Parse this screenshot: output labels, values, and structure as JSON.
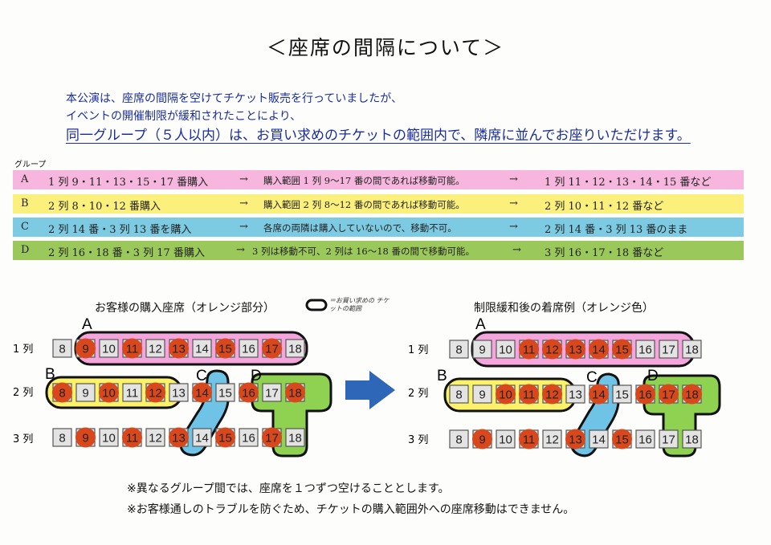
{
  "title": "＜座席の間隔について＞",
  "intro": {
    "line1": "本公演は、座席の間隔を空けてチケット販売を行っていましたが、",
    "line2": "イベントの開催制限が緩和されたことにより、",
    "line3": "同一グループ（５人以内）は、お買い求めのチケットの範囲内で、隣席に並んでお座りいただけます。"
  },
  "group_label": "グループ",
  "groups": [
    {
      "letter": "A",
      "purchase": "1 列 9・11・13・15・17 番購入",
      "arrow1": "→",
      "desc": "購入範囲 1 列 9～17 番の間であれば移動可能。",
      "arrow2": "→",
      "result": "1 列 11・12・13・14・15 番など",
      "color": "#f6b6dd"
    },
    {
      "letter": "B",
      "purchase": "2 列 8・10・12 番購入",
      "arrow1": "→",
      "desc": "購入範囲 2 列 8～12 番の間であれば移動可能。",
      "arrow2": "→",
      "result": "2 列 10・11・12 番など",
      "color": "#fbf07c"
    },
    {
      "letter": "C",
      "purchase": "2 列 14 番・3 列 13 番を購入",
      "arrow1": "→",
      "desc": "各席の両隣は購入していないので、移動不可。",
      "arrow2": "→",
      "result": "2 列 14 番・3 列 13 番のまま",
      "color": "#7dcbe3"
    },
    {
      "letter": "D",
      "purchase": "2 列 16・18 番・3 列 17 番購入",
      "arrow1": "→",
      "desc": "3 列は移動不可、2 列は 16～18 番の間で移動可能。",
      "arrow2": "→",
      "result": "3 列 16・17・18 番など",
      "color": "#9bc85a"
    }
  ],
  "left_caption": "お客様の購入座席（オレンジ部分）",
  "right_caption": "制限緩和後の着席例（オレンジ色）",
  "legend_note": "＝お買い求めの チケットの範囲",
  "row_labels": [
    "1 列",
    "2 列",
    "3 列"
  ],
  "seat_numbers": [
    8,
    9,
    10,
    11,
    12,
    13,
    14,
    15,
    16,
    17,
    18
  ],
  "group_letters": [
    "A",
    "B",
    "C",
    "D"
  ],
  "before_occupied": {
    "row1": [
      9,
      11,
      13,
      15,
      17
    ],
    "row2": [
      8,
      10,
      12,
      14,
      16,
      18
    ],
    "row3": [
      9,
      11,
      13,
      15,
      17
    ]
  },
  "after_occupied": {
    "row1": [
      11,
      12,
      13,
      14,
      15
    ],
    "row2": [
      10,
      11,
      12,
      14,
      16,
      17,
      18
    ],
    "row3": [
      9,
      11,
      13,
      15
    ]
  },
  "colors": {
    "orange": "#d9481c",
    "seat_box": "#e3e3e3",
    "A": "#f4a6dc",
    "B": "#fbf26a",
    "C": "#6ec3e6",
    "D": "#8fd150",
    "arrow": "#2f67b8",
    "intro": "#1a2d9c"
  },
  "notes": [
    "※異なるグループ間では、座席を１つずつ空けることとします。",
    "※お客様通しのトラブルを防ぐため、チケットの購入範囲外への座席移動はできません。"
  ]
}
